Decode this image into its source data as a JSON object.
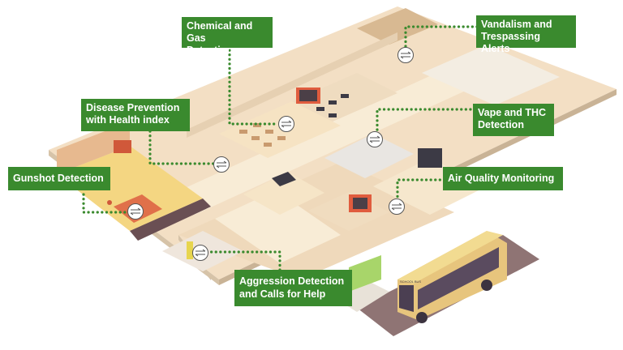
{
  "diagram": {
    "title": "",
    "labels": {
      "chemical": "Chemical and Gas\nDetection",
      "vandalism": "Vandalism and\nTrespassing Alerts",
      "disease": "Disease Prevention\nwith Health index",
      "vape": "Vape and THC\nDetection",
      "gunshot": "Gunshot Detection",
      "air": "Air Quality Monitoring",
      "aggression": "Aggression Detection\nand Calls for Help"
    },
    "bus_sign": "SCHOOL BUS",
    "colors": {
      "label_bg": "#3a8a2e",
      "connector": "#3a8a2e",
      "label_text": "#ffffff",
      "sensor_fill": "#ffffff"
    },
    "sensor_icon": "sensor-arrows-icon"
  }
}
